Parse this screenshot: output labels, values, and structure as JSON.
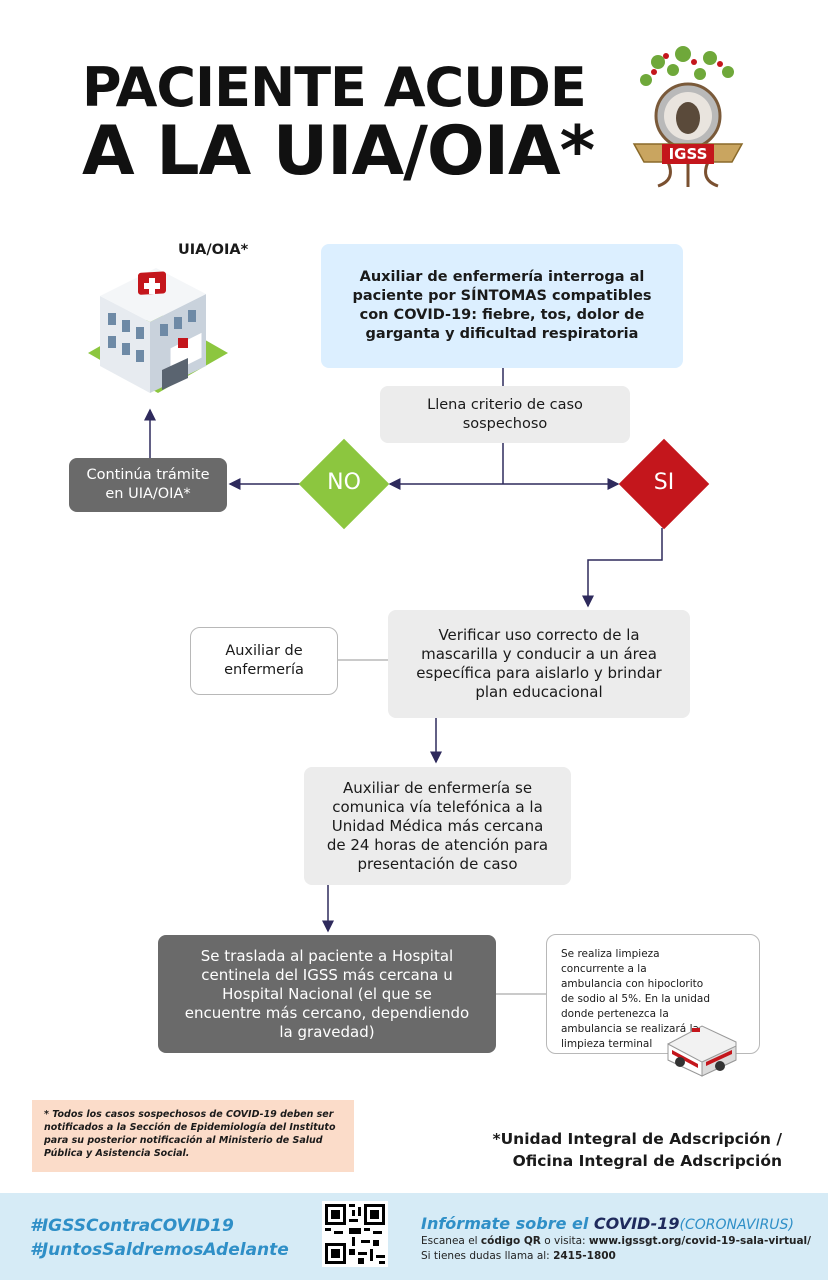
{
  "title": {
    "line1": "PACIENTE ACUDE",
    "line2": "A LA UIA/OIA*"
  },
  "logo": {
    "text": "IGSS",
    "icon": "igss-tree-logo"
  },
  "building": {
    "label": "UIA/OIA*",
    "icon": "hospital-building-icon"
  },
  "nodes": {
    "interroga": "Auxiliar de enfermería interroga al paciente por SÍNTOMAS compatibles con COVID-19: fiebre, tos, dolor de garganta y dificultad respiratoria",
    "llena": "Llena criterio de caso sospechoso",
    "no": "NO",
    "si": "SI",
    "continua": "Continúa trámite en UIA/OIA*",
    "auxiliar": "Auxiliar de enfermería",
    "verificar": "Verificar uso correcto de la mascarilla y conducir a un área específica para aislarlo y brindar plan educacional",
    "comunica": "Auxiliar de enfermería se comunica vía telefónica a la Unidad Médica más cercana de 24 horas de atención para presentación de caso",
    "traslada": "Se traslada al paciente a Hospital centinela del IGSS más cercana u Hospital Nacional (el que se encuentre más cercano, dependiendo la gravedad)",
    "limpieza": "Se realiza limpieza concurrente a la ambulancia con hipoclorito de sodio al 5%. En la unidad donde pertenezca la ambulancia se realizará la limpieza terminal"
  },
  "note": "* Todos los casos sospechosos de COVID-19 deben ser notificados a la Sección de Epidemiología del Instituto para su posterior notificación al Ministerio de Salud Pública y Asistencia Social.",
  "footnote": {
    "line1": "*Unidad Integral de Adscripción /",
    "line2": "Oficina Integral de Adscripción"
  },
  "footer": {
    "hashtag1": "#IGSSContraCOVID19",
    "hashtag2": "#JuntosSaldremosAdelante",
    "info_prefix": "Infórmate sobre el ",
    "info_covid": "COVID-19",
    "info_suffix": "(CORONAVIRUS)",
    "scan_prefix": "Escanea el ",
    "scan_qr": "código QR",
    "scan_mid": " o visita: ",
    "scan_url": "www.igssgt.org/covid-19-sala-virtual/",
    "phone_prefix": "Si tienes dudas llama al: ",
    "phone": "2415-1800"
  },
  "colors": {
    "no": "#8cc63f",
    "si": "#c4161c",
    "blue_box": "#dcefff",
    "dark_box": "#6a6a6a",
    "footer": "#d6ebf6",
    "accent": "#2f8fc7"
  }
}
